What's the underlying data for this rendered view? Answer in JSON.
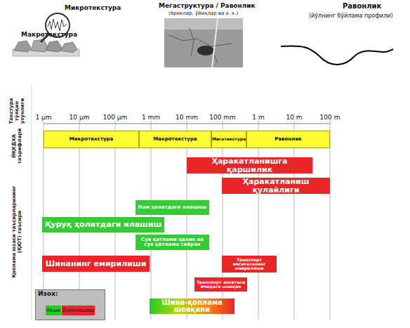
{
  "diagram": {
    "nodes": [
      {
        "text": [
          "Микротекстура"
        ]
      },
      {
        "text": [
          "Макротекстура"
        ]
      },
      {
        "text": [
          "Мегатекстура"
        ]
      },
      {
        "text": [
          "Равонлик"
        ]
      },
      {
        "text": [
          "Ҳаракатланишга қаршилик"
        ]
      },
      {
        "text": [
          "Ҳаракатланиш қулайлиги"
        ]
      },
      {
        "text": [
          "Нам ҳолатдаги илашиш"
        ]
      },
      {
        "text": [
          "Қуруқ ҳолатдаги илашиш"
        ]
      },
      {
        "text": [
          "Сув қатлами қалин ва сув қатлами сийрак"
        ]
      },
      {
        "text": [
          "Шинанинг емирилиши"
        ]
      },
      {
        "text": [
          "Транспорт воситасининг емирилиши"
        ]
      },
      {
        "text": [
          "Транспорт воситаси ичидаги шовқин"
        ]
      },
      {
        "text": [
          "Шина-қоплама шовқини"
        ]
      }
    ],
    "labels": [
      "Микротекстура",
      "Макротекстура",
      "Мегаструктура / Равонлик",
      "(ёриклар, ўйиқлар ва х. к.)",
      "Равонлик",
      "(йўлнинг бўйлама профили)",
      "Текстура тўлқин узунлиги",
      "1 µm",
      "10 µm",
      "100 µm",
      "1 mm",
      "10 mm",
      "100 mm",
      "1 m",
      "10 m",
      "100 m",
      "ЙҚКДХА таърифлари",
      "Қоплама юзаси таъсирларининг (ҚЮТ) таъсири",
      "Изох:"
    ],
    "legend": [
      {
        "text": "Яхши",
        "color": "#22cc22"
      },
      {
        "text": "Ёмонлашиш",
        "color": "#e8262a"
      }
    ]
  }
}
